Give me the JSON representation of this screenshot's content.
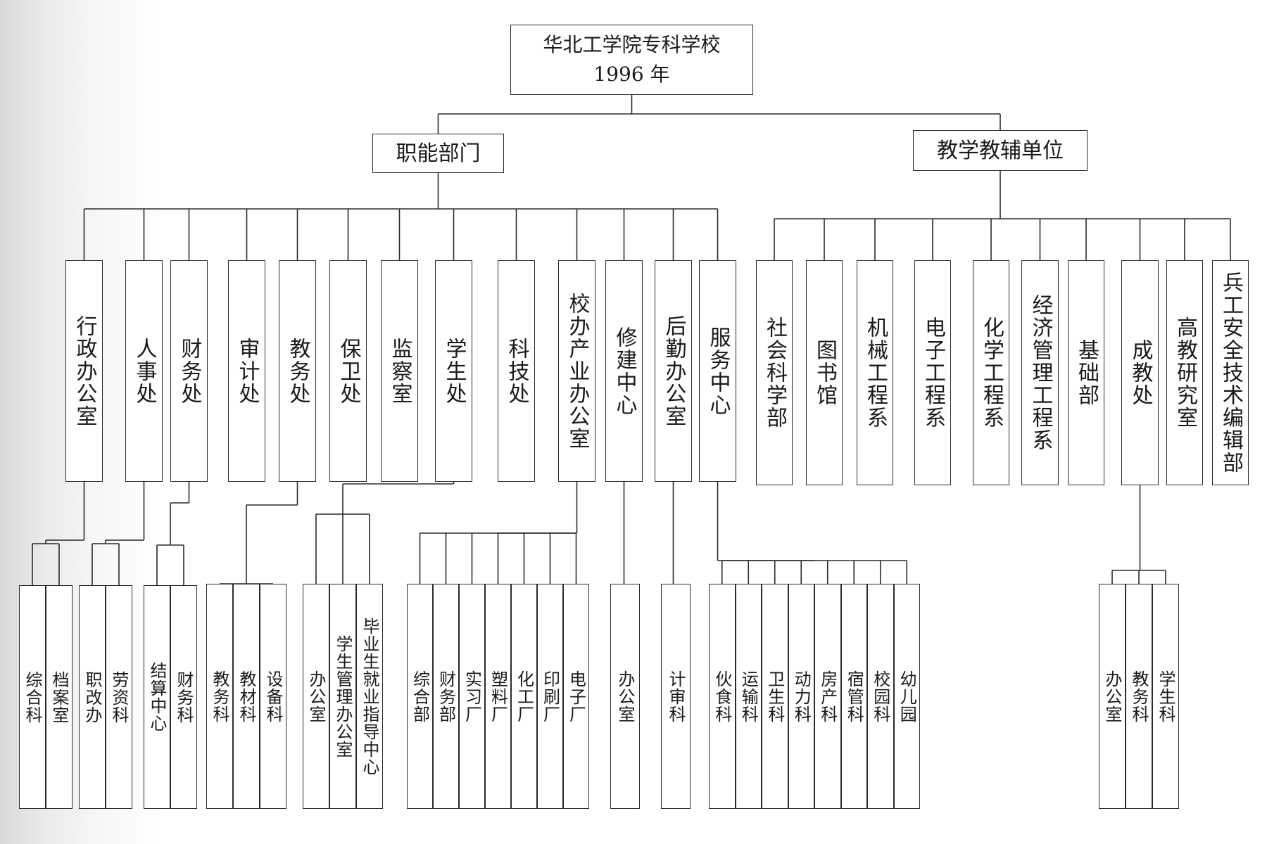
{
  "root": {
    "line1": "华北工学院专科学校",
    "line2": "1996 年"
  },
  "left_group": {
    "name": "职能部门",
    "units": [
      {
        "name": "行政办公室",
        "subs": [
          "综合科",
          "档案室"
        ]
      },
      {
        "name": "人事处",
        "subs": [
          "职改办",
          "劳资科"
        ]
      },
      {
        "name": "财务处",
        "subs": [
          "结算中心",
          "财务科"
        ]
      },
      {
        "name": "审计处",
        "subs": []
      },
      {
        "name": "教务处",
        "subs": [
          "教务科",
          "教材科",
          "设备科"
        ]
      },
      {
        "name": "保卫处",
        "subs": []
      },
      {
        "name": "监察室",
        "subs": []
      },
      {
        "name": "学生处",
        "subs": [
          "办公室",
          "学生管理办公室",
          "毕业生就业指导中心"
        ]
      },
      {
        "name": "科技处",
        "subs": []
      },
      {
        "name": "校办产业办公室",
        "subs": [
          "综合部",
          "财务部",
          "实习厂",
          "塑料厂",
          "化工厂",
          "印刷厂",
          "电子厂"
        ]
      },
      {
        "name": "修建中心",
        "subs": [
          "办公室"
        ]
      },
      {
        "name": "后勤办公室",
        "subs": [
          "计审科"
        ]
      },
      {
        "name": "服务中心",
        "subs": [
          "伙食科",
          "运输科",
          "卫生科",
          "动力科",
          "房产科",
          "宿管科",
          "校园科",
          "幼儿园"
        ]
      }
    ]
  },
  "right_group": {
    "name": "教学教辅单位",
    "units": [
      {
        "name": "社会科学部",
        "subs": []
      },
      {
        "name": "图书馆",
        "subs": []
      },
      {
        "name": "机械工程系",
        "subs": []
      },
      {
        "name": "电子工程系",
        "subs": []
      },
      {
        "name": "化学工程系",
        "subs": []
      },
      {
        "name": "经济管理工程系",
        "subs": []
      },
      {
        "name": "基础部",
        "subs": []
      },
      {
        "name": "成教处",
        "subs": [
          "办公室",
          "教务科",
          "学生科"
        ]
      },
      {
        "name": "高教研究室",
        "subs": []
      },
      {
        "name": "兵工安全技术编辑部",
        "subs": []
      }
    ]
  },
  "colors": {
    "line": "#2a2a2a",
    "box_border": "#2a2a2a",
    "text": "#1a1a1a"
  }
}
